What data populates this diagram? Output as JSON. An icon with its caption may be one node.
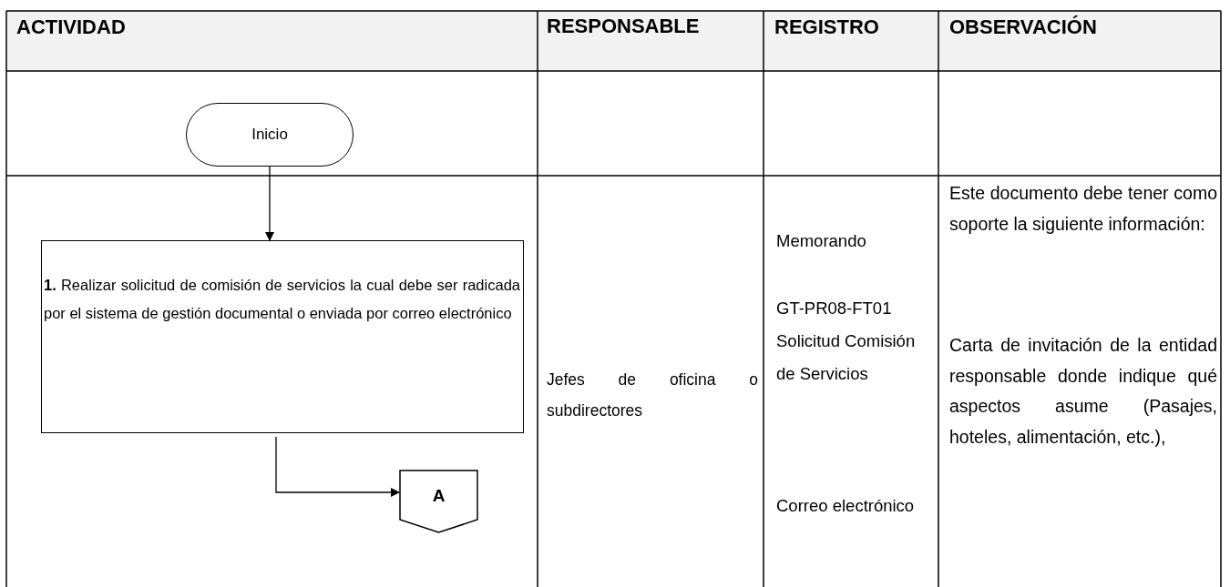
{
  "diagram": {
    "nodes": [
      {
        "text": [
          "Inicio"
        ]
      },
      {
        "text": [
          "**1.** Realizar solicitud de comisión de servicios la cual debe ser radicada por el sistema de gestión documental o enviada por correo electrónico"
        ]
      },
      {
        "text": [
          "A"
        ]
      }
    ],
    "edges": [
      {
        "from": 0,
        "to": 1,
        "arrow": "to"
      },
      {
        "from": 1,
        "to": 2,
        "arrow": "to"
      }
    ],
    "labels": [
      "ACTIVIDAD",
      "RESPONSABLE",
      "REGISTRO",
      "OBSERVACIÓN",
      "Jefes de oficina o subdirectores",
      "Memorando",
      "GT-PR08-FT01 Solicitud Comisión de Servicios",
      "Correo electrónico",
      "Este documento debe tener como soporte la siguiente información:",
      "Carta de invitación de la entidad responsable donde indique qué aspectos asume (Pasajes, hoteles, alimentación, etc.),"
    ]
  }
}
